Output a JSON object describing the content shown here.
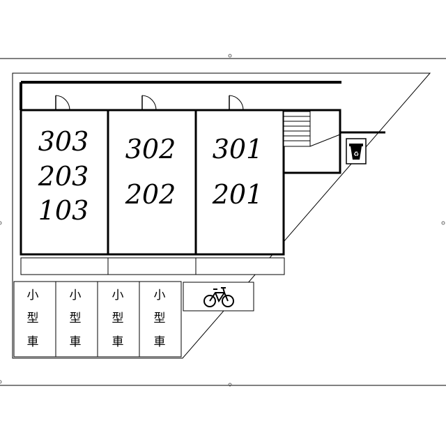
{
  "site": {
    "units": {
      "left": [
        "303",
        "203",
        "103"
      ],
      "middle": [
        "302",
        "202"
      ],
      "right": [
        "301",
        "201"
      ]
    },
    "parking_spaces": [
      {
        "chars": [
          "小",
          "型",
          "車"
        ]
      },
      {
        "chars": [
          "小",
          "型",
          "車"
        ]
      },
      {
        "chars": [
          "小",
          "型",
          "車"
        ]
      },
      {
        "chars": [
          "小",
          "型",
          "車"
        ]
      }
    ],
    "icons": {
      "bicycle": "bicycle-icon",
      "recycle_bin": "recycle-bin-icon",
      "door": "door-icon",
      "stairs": "stairs-icon"
    }
  }
}
